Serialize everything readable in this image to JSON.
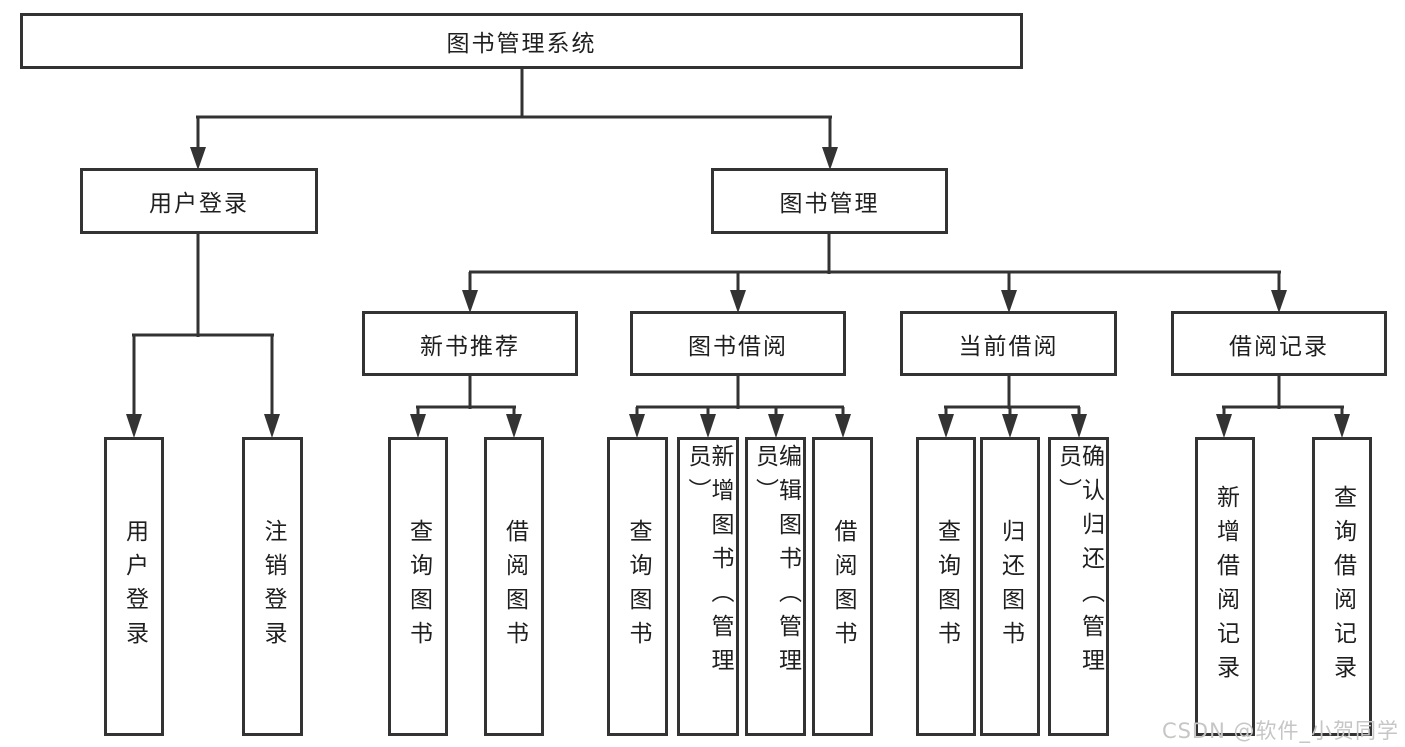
{
  "root": {
    "label": "图书管理系统"
  },
  "branches": {
    "user": {
      "label": "用户登录",
      "children": {
        "login": {
          "label": "用户登录"
        },
        "logout": {
          "label": "注销登录"
        }
      }
    },
    "books": {
      "label": "图书管理",
      "sections": {
        "recommend": {
          "label": "新书推荐",
          "children": {
            "query": {
              "label": "查询图书"
            },
            "borrow": {
              "label": "借阅图书"
            }
          }
        },
        "borrowing": {
          "label": "图书借阅",
          "children": {
            "query": {
              "label": "查询图书"
            },
            "add": {
              "label": "新增图书（管理员）"
            },
            "edit": {
              "label": "编辑图书（管理员）"
            },
            "borrow": {
              "label": "借阅图书"
            }
          }
        },
        "current": {
          "label": "当前借阅",
          "children": {
            "query": {
              "label": "查询图书"
            },
            "return": {
              "label": "归还图书"
            },
            "confirm": {
              "label": "确认归还（管理员）"
            }
          }
        },
        "records": {
          "label": "借阅记录",
          "children": {
            "add": {
              "label": "新增借阅记录"
            },
            "query": {
              "label": "查询借阅记录"
            }
          }
        }
      }
    }
  },
  "watermark": {
    "text": "CSDN @软件_小贺同学"
  },
  "colors": {
    "line": "#333333",
    "box_border": "#333333",
    "text": "#1f1f1f",
    "watermark": "#c6c6c6",
    "background": "#ffffff"
  }
}
